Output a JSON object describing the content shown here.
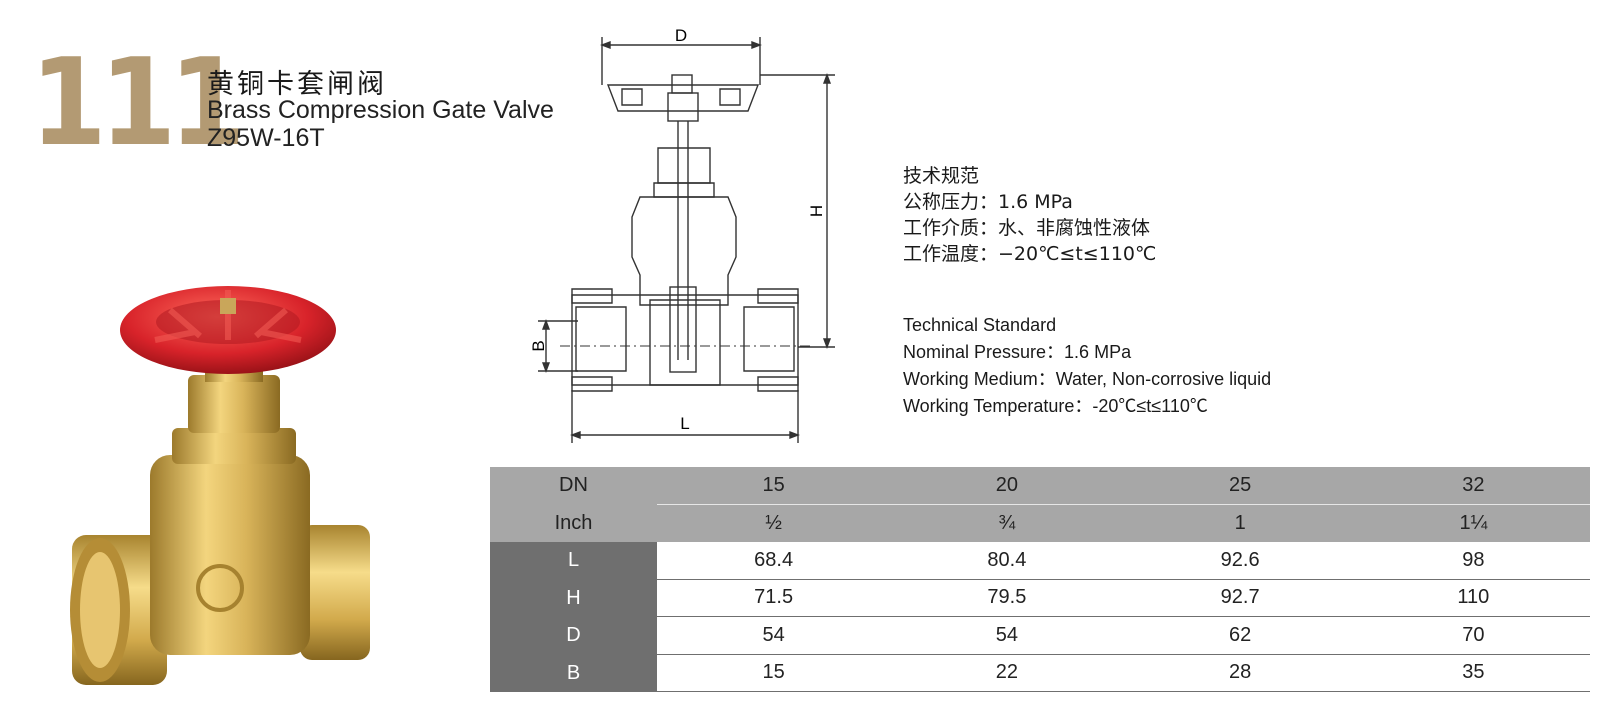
{
  "header": {
    "model_number": "111",
    "title_cn": "黄铜卡套闸阀",
    "title_en": "Brass Compression Gate Valve",
    "code": "Z95W-16T"
  },
  "drawing": {
    "labels": {
      "d": "D",
      "h": "H",
      "b": "B",
      "l": "L"
    }
  },
  "spec_cn": {
    "heading": "技术规范",
    "lines": [
      "公称压力：1.6 MPa",
      "工作介质：水、非腐蚀性液体",
      "工作温度：−20℃≤t≤110℃"
    ]
  },
  "spec_en": {
    "heading": "Technical Standard",
    "lines": [
      "Nominal Pressure：1.6 MPa",
      "Working Medium：Water, Non-corrosive liquid",
      "Working Temperature：-20℃≤t≤110℃"
    ]
  },
  "table": {
    "header_rows": [
      {
        "label": "DN",
        "values": [
          "15",
          "20",
          "25",
          "32"
        ]
      },
      {
        "label": "Inch",
        "values": [
          "½",
          "¾",
          "1",
          "1¼"
        ]
      }
    ],
    "rows": [
      {
        "label": "L",
        "values": [
          "68.4",
          "80.4",
          "92.6",
          "98"
        ]
      },
      {
        "label": "H",
        "values": [
          "71.5",
          "79.5",
          "92.7",
          "110"
        ]
      },
      {
        "label": "D",
        "values": [
          "54",
          "54",
          "62",
          "70"
        ]
      },
      {
        "label": "B",
        "values": [
          "15",
          "22",
          "28",
          "35"
        ]
      }
    ]
  },
  "colors": {
    "brand_number": "#b39a73",
    "brass": "#d9b45a",
    "handwheel_red": "#d8232a",
    "table_header": "#a7a7a7",
    "table_label": "#6f6f6f"
  }
}
